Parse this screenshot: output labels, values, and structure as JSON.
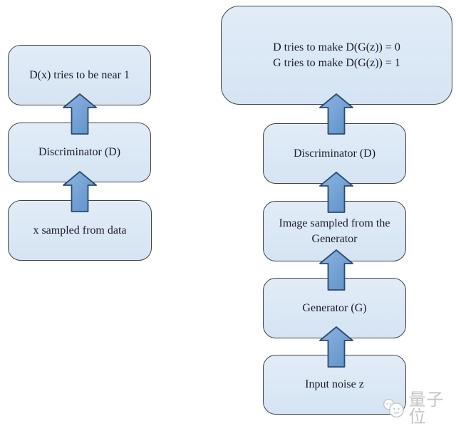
{
  "canvas": {
    "background": "#ffffff"
  },
  "colors": {
    "box_fill": "#dae7f4",
    "box_border": "#424242",
    "arrow_fill": "#6f9fd5",
    "arrow_fill_light": "#8db4e2",
    "arrow_border": "#2c4a6e",
    "text": "#1b1b26",
    "watermark": "#c3c3c3"
  },
  "diagram": {
    "type": "flowchart",
    "arrow_direction": "up",
    "left_column": {
      "boxes": [
        {
          "label": "D(x) tries to be near 1"
        },
        {
          "label": "Discriminator (D)"
        },
        {
          "label": "x sampled from data"
        }
      ]
    },
    "right_column": {
      "big_box": {
        "line1": "D tries to make D(G(z)) = 0",
        "line2": "G tries to make D(G(z)) = 1"
      },
      "boxes": [
        {
          "label": "Discriminator (D)"
        },
        {
          "label": "Image sampled from the Generator"
        },
        {
          "label": "Generator (G)"
        },
        {
          "label": "Input noise z"
        }
      ]
    }
  },
  "watermark": {
    "text": "量子位",
    "icon": "chat-bubbles-logo"
  }
}
